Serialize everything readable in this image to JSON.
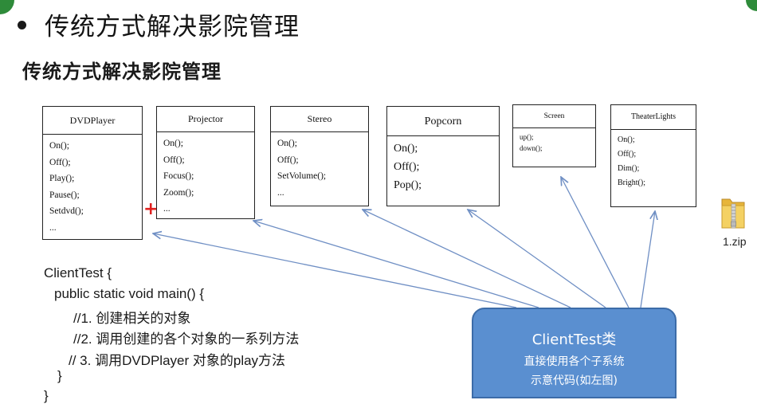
{
  "slide": {
    "title": "传统方式解决影院管理",
    "subtitle": "传统方式解决影院管理"
  },
  "classes": [
    {
      "name": "DVDPlayer",
      "methods": [
        "On();",
        "Off();",
        "Play();",
        "Pause();",
        "Setdvd();",
        "..."
      ]
    },
    {
      "name": "Projector",
      "methods": [
        "On();",
        "Off();",
        "Focus();",
        "Zoom();",
        "..."
      ]
    },
    {
      "name": "Stereo",
      "methods": [
        "On();",
        "Off();",
        "SetVolume();",
        "..."
      ]
    },
    {
      "name": "Popcorn",
      "methods": [
        "On();",
        "Off();",
        "Pop();"
      ]
    },
    {
      "name": "Screen",
      "methods": [
        "up();",
        "down();"
      ]
    },
    {
      "name": "TheaterLights",
      "methods": [
        "On();",
        "Off();",
        "Dim();",
        "Bright();"
      ]
    }
  ],
  "marker": "+",
  "code": {
    "line1": "ClientTest  {",
    "line2": "public   static  void  main() {",
    "line3": "//1. 创建相关的对象",
    "line4": "//2. 调用创建的各个对象的一系列方法",
    "line5": "// 3. 调用DVDPlayer   对象的play方法",
    "line6": "}",
    "line7": "}"
  },
  "file": {
    "label": "1.zip"
  },
  "callout": {
    "title": "ClientTest类",
    "line2": "直接使用各个子系统",
    "line3": "示意代码(如左图)"
  },
  "colors": {
    "arrow": "#6f8fc4",
    "callout_fill": "#5a8fd0",
    "callout_border": "#3c6ca8",
    "marker": "#e0201f",
    "accent_green": "#2e8b3a",
    "folder": "#f0c84a"
  }
}
